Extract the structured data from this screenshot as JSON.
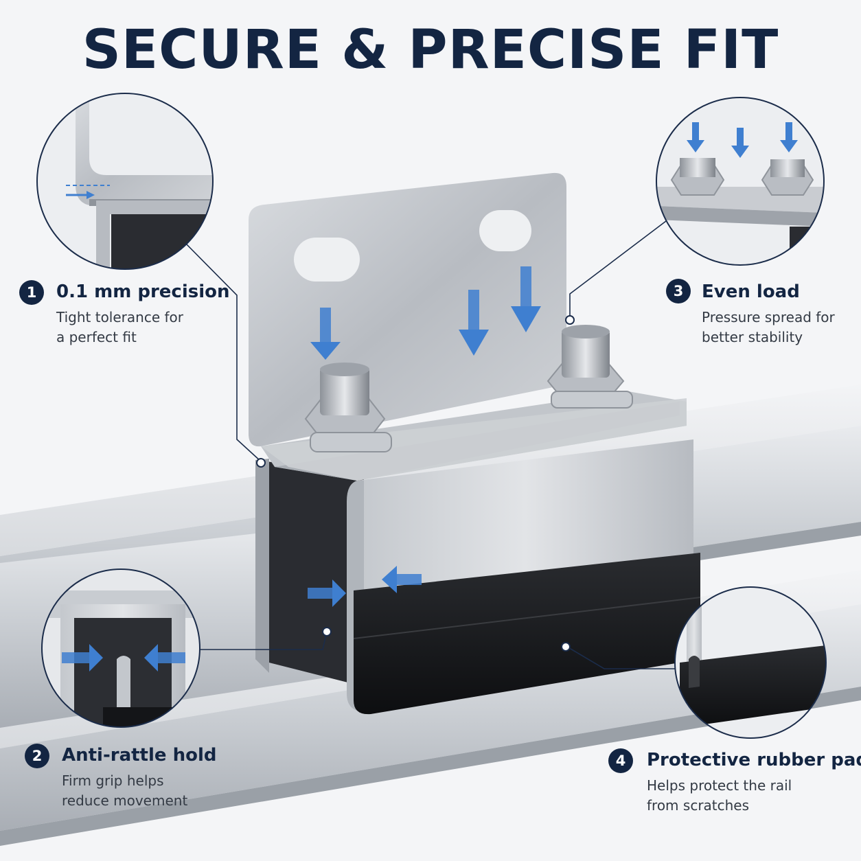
{
  "page": {
    "title": "SECURE & PRECISE FIT"
  },
  "features": [
    {
      "number": "1",
      "title": "0.1 mm precision",
      "desc_lines": [
        "Tight tolerance for",
        "a perfect fit"
      ]
    },
    {
      "number": "2",
      "title": "Anti-rattle hold",
      "desc_lines": [
        "Firm grip helps",
        "reduce movement"
      ]
    },
    {
      "number": "3",
      "title": "Even load",
      "desc_lines": [
        "Pressure spread for",
        "better stability"
      ]
    },
    {
      "number": "4",
      "title": "Protective rubber pad",
      "desc_lines": [
        "Helps protect the rail",
        "from scratches"
      ]
    }
  ],
  "colors": {
    "navy": "#132542",
    "arrow_blue": "#3f7fd0",
    "steel": "#c9ccd1",
    "rubber": "#151619"
  },
  "icons": [
    "down-arrow-icon",
    "inward-arrow-icon",
    "callout-dot-icon"
  ]
}
